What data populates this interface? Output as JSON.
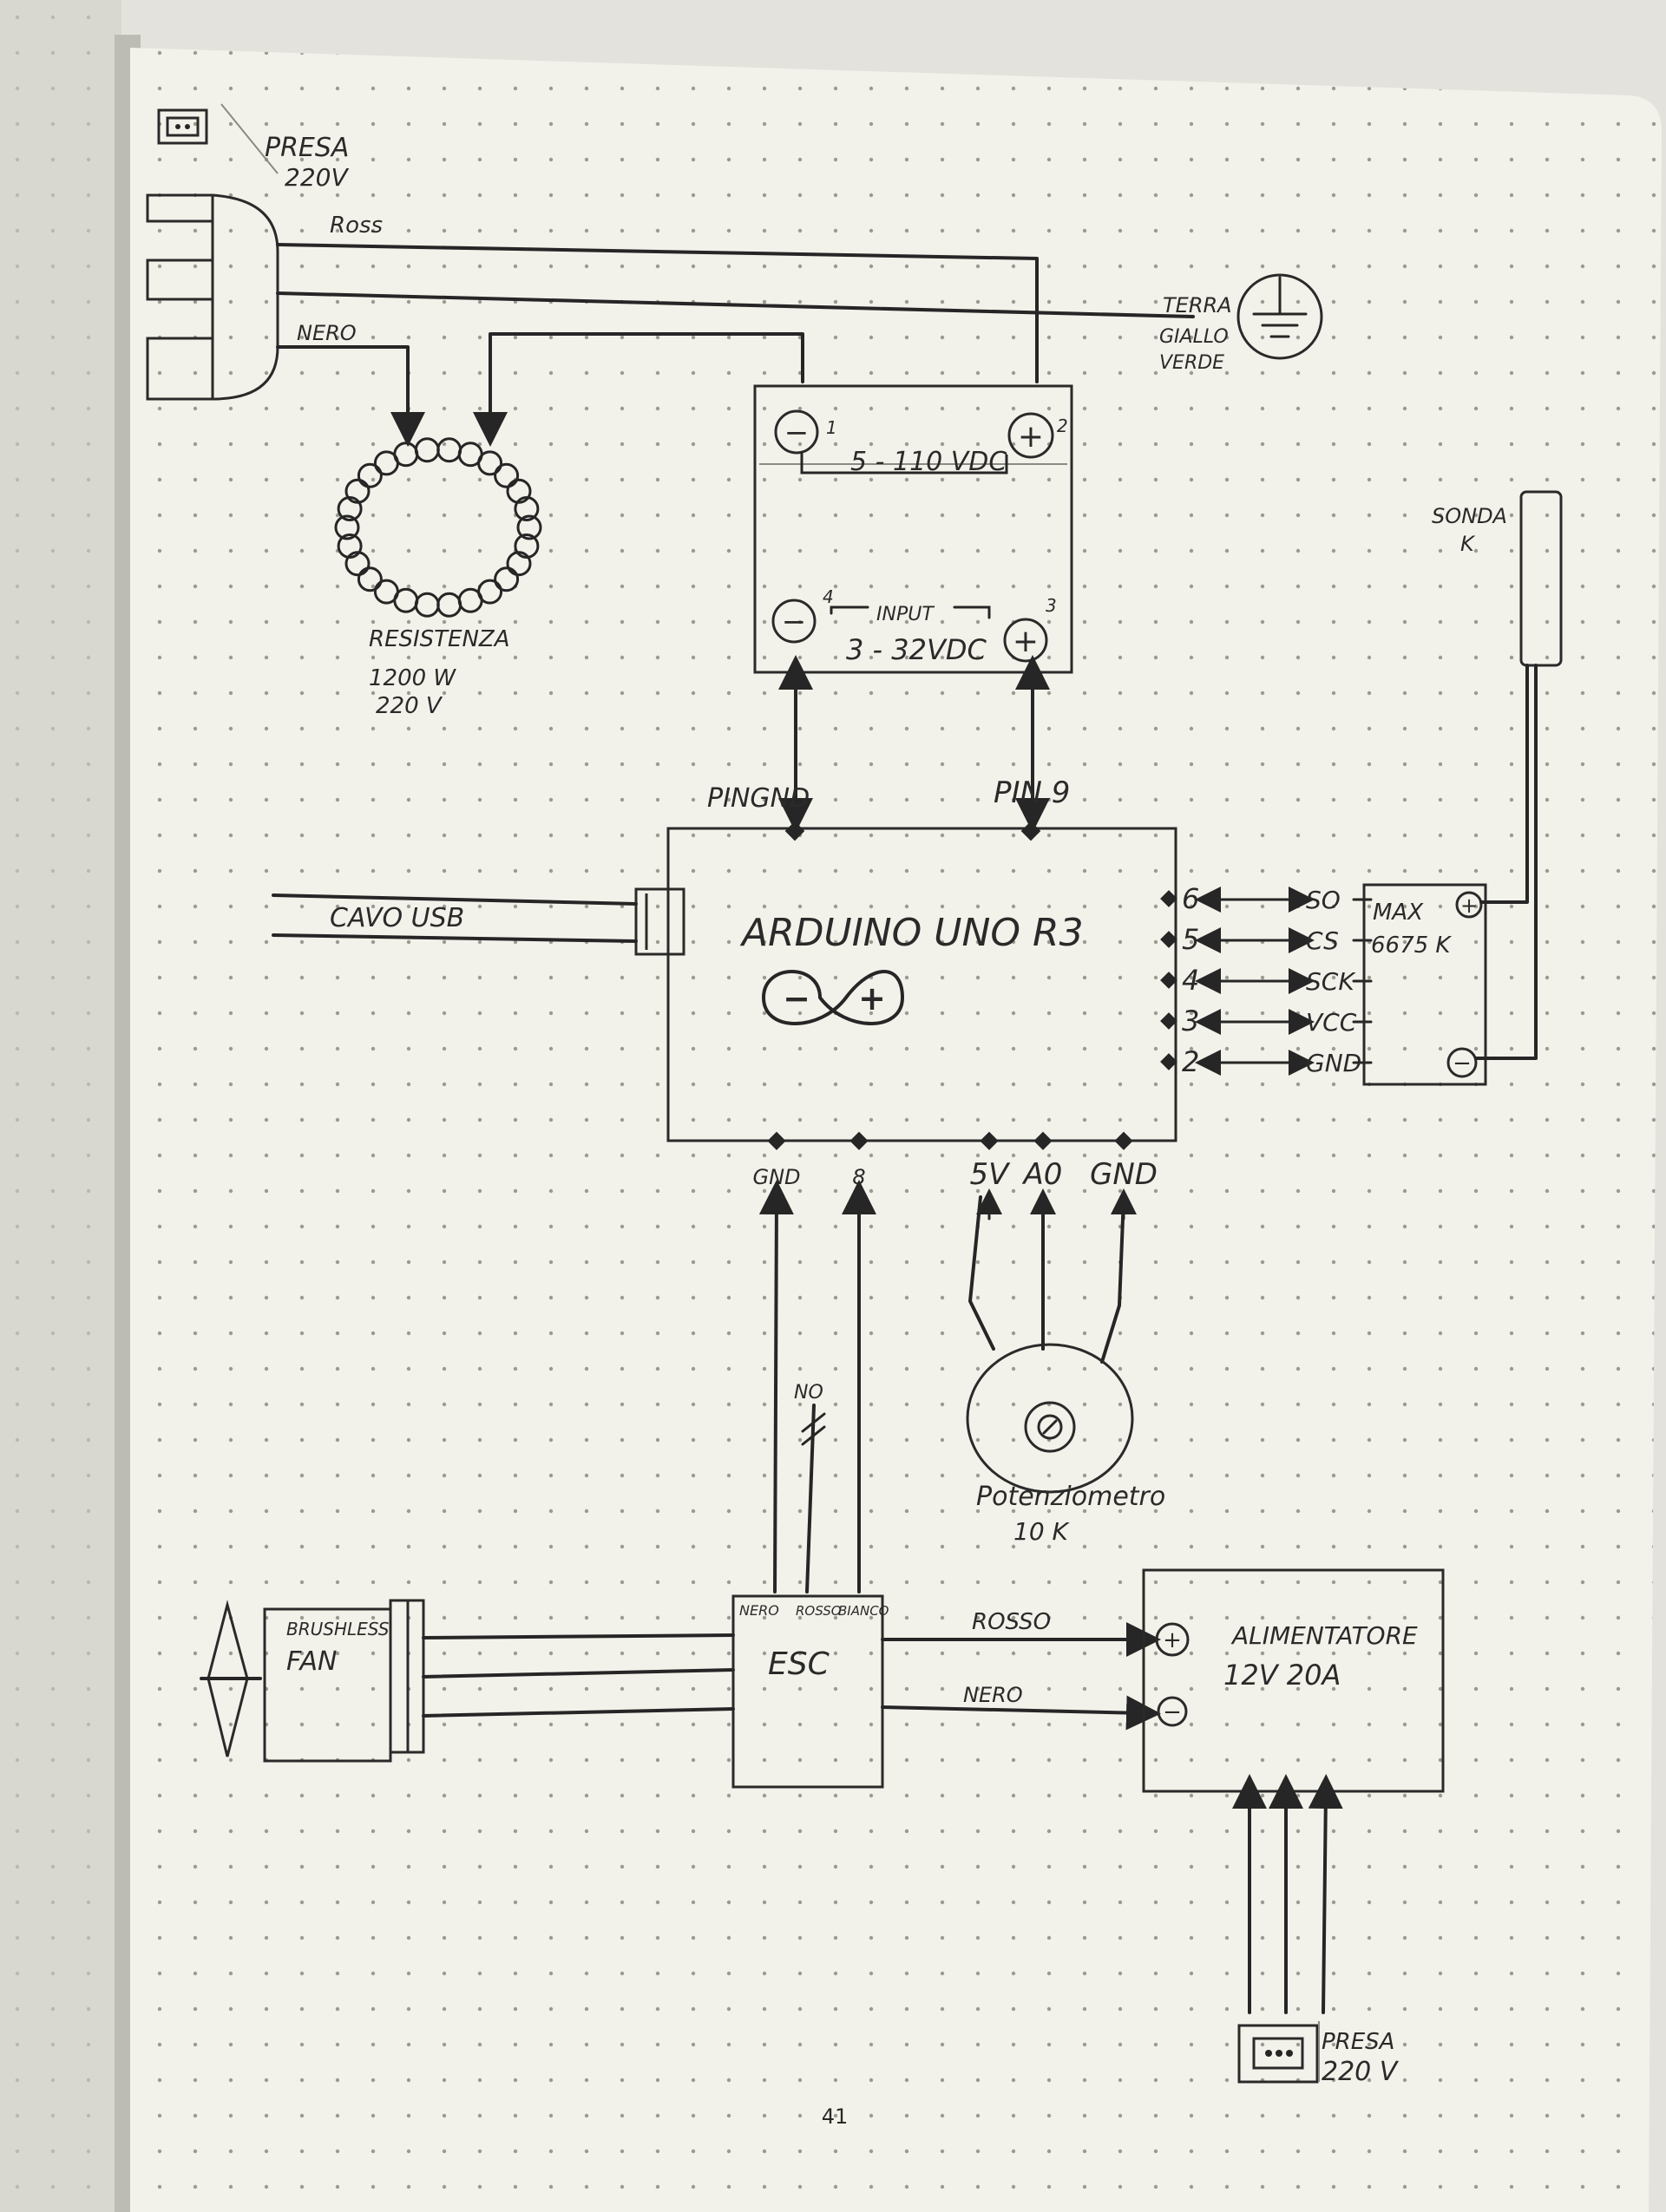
{
  "colors": {
    "paper": "#f3f2ea",
    "ink": "#262626",
    "background": "#e3e2dc",
    "spine": "#d9d8d0"
  },
  "page_number": "41",
  "plug_top": {
    "label_line1": "PRESA",
    "label_line2": "220V",
    "wire_red": "Ross",
    "wire_black": "NERO",
    "icon": "wall-socket-icon"
  },
  "ground": {
    "line1": "TERRA",
    "line2": "GIALLO",
    "line3": "VERDE",
    "icon": "ground-symbol-icon"
  },
  "heater": {
    "line1": "RESISTENZA",
    "line2": "1200 W",
    "line3": "220 V",
    "icon": "coil-icon"
  },
  "relay": {
    "minus1": "−",
    "pin1": "1",
    "plus2": "+",
    "pin2": "2",
    "rating_out": "5 - 110 VDC",
    "minus4": "−",
    "pin4": "4",
    "input": "INPUT",
    "rating_in": "3 - 32VDC",
    "plus3": "+",
    "pin3": "3"
  },
  "arduino": {
    "title": "ARDUINO UNO R3",
    "top_left_pin": "PINGND",
    "top_right_pin": "PIN 9",
    "usb_label": "CAVO USB",
    "logo_minus": "−",
    "logo_plus": "+",
    "icon": "arduino-infinity-icon",
    "right_pins": [
      "6",
      "5",
      "4",
      "3",
      "2"
    ],
    "bottom_pins": [
      "GND",
      "8",
      "5V",
      "A0",
      "GND"
    ]
  },
  "max6675": {
    "line1": "MAX",
    "line2": "6675 K",
    "plus": "+",
    "minus": "−",
    "pins": [
      "SO",
      "CS",
      "SCK",
      "VCC",
      "GND"
    ]
  },
  "probe": {
    "line1": "SONDA",
    "line2": "K"
  },
  "potentiometer": {
    "line1": "Potenziometro",
    "line2": "10 K",
    "icon": "potentiometer-icon"
  },
  "esc_wire_note": "NO",
  "fan": {
    "line1": "BRUSHLESS",
    "line2": "FAN",
    "icon": "propeller-icon"
  },
  "esc": {
    "title": "ESC",
    "wire1": "NERO",
    "wire2": "ROSSO",
    "wire3": "BIANCO"
  },
  "psu": {
    "line1": "ALIMENTATORE",
    "line2": "12V 20A",
    "plus": "+",
    "minus": "−",
    "wire_red": "ROSSO",
    "wire_black": "NERO"
  },
  "plug_bottom": {
    "line1": "PRESA",
    "line2": "220 V",
    "icon": "wall-socket-icon"
  }
}
